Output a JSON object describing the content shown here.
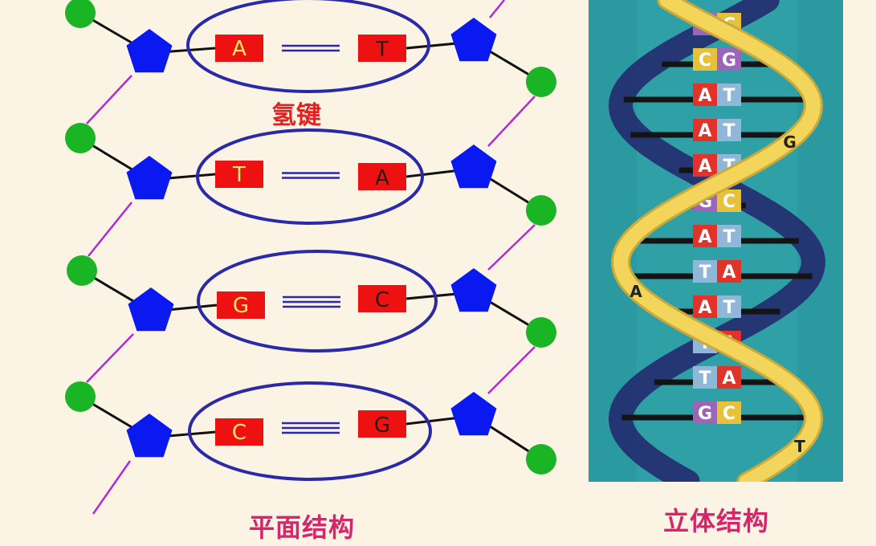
{
  "planar": {
    "caption": "平面结构",
    "hbond_label": "氢键",
    "pairs": [
      {
        "left": "A",
        "right": "T",
        "bonds": 2
      },
      {
        "left": "T",
        "right": "A",
        "bonds": 2
      },
      {
        "left": "G",
        "right": "C",
        "bonds": 3
      },
      {
        "left": "C",
        "right": "G",
        "bonds": 3
      }
    ]
  },
  "helix": {
    "caption": "立体结构",
    "rungs": [
      {
        "l": "G",
        "r": "C"
      },
      {
        "l": "C",
        "r": "G"
      },
      {
        "l": "A",
        "r": "T"
      },
      {
        "l": "A",
        "r": "T"
      },
      {
        "l": "A",
        "r": "T"
      },
      {
        "l": "G",
        "r": "C"
      },
      {
        "l": "A",
        "r": "T"
      },
      {
        "l": "T",
        "r": "A"
      },
      {
        "l": "A",
        "r": "T"
      },
      {
        "l": "T",
        "r": "A"
      },
      {
        "l": "T",
        "r": "A"
      },
      {
        "l": "G",
        "r": "C"
      }
    ],
    "strand_letters": [
      "G",
      "A",
      "T"
    ]
  },
  "colors": {
    "phosphate": "#19b524",
    "sugar": "#0a19f0",
    "base": "#ee1111",
    "ring": "#2a2aa8",
    "backbone": "#b02ad8",
    "helix_bg": "#2a9aa0",
    "strand": "#f2d55a"
  }
}
